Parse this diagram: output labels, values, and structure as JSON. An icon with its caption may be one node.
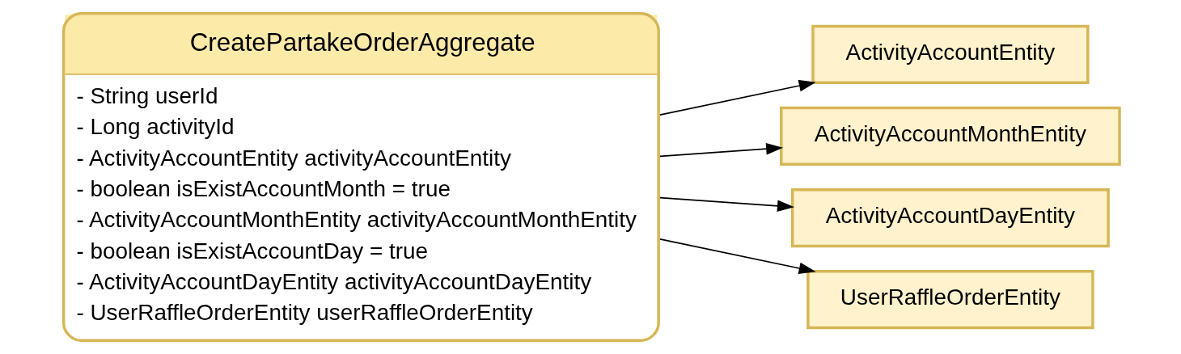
{
  "diagram": {
    "nodes": [
      {
        "text": [
          "CreatePartakeOrderAggregate",
          "- String userId",
          "- Long activityId",
          "- ActivityAccountEntity activityAccountEntity",
          "- boolean isExistAccountMonth = true",
          "- ActivityAccountMonthEntity activityAccountMonthEntity",
          "- boolean isExistAccountDay = true",
          "- ActivityAccountDayEntity activityAccountDayEntity",
          "- UserRaffleOrderEntity userRaffleOrderEntity"
        ]
      },
      {
        "text": [
          "ActivityAccountEntity"
        ]
      },
      {
        "text": [
          "ActivityAccountMonthEntity"
        ]
      },
      {
        "text": [
          "ActivityAccountDayEntity"
        ]
      },
      {
        "text": [
          "UserRaffleOrderEntity"
        ]
      }
    ],
    "edges": [
      {
        "from": 0,
        "to": 1,
        "arrow": "to"
      },
      {
        "from": 0,
        "to": 2,
        "arrow": "to"
      },
      {
        "from": 0,
        "to": 3,
        "arrow": "to"
      },
      {
        "from": 0,
        "to": 4,
        "arrow": "to"
      }
    ]
  }
}
